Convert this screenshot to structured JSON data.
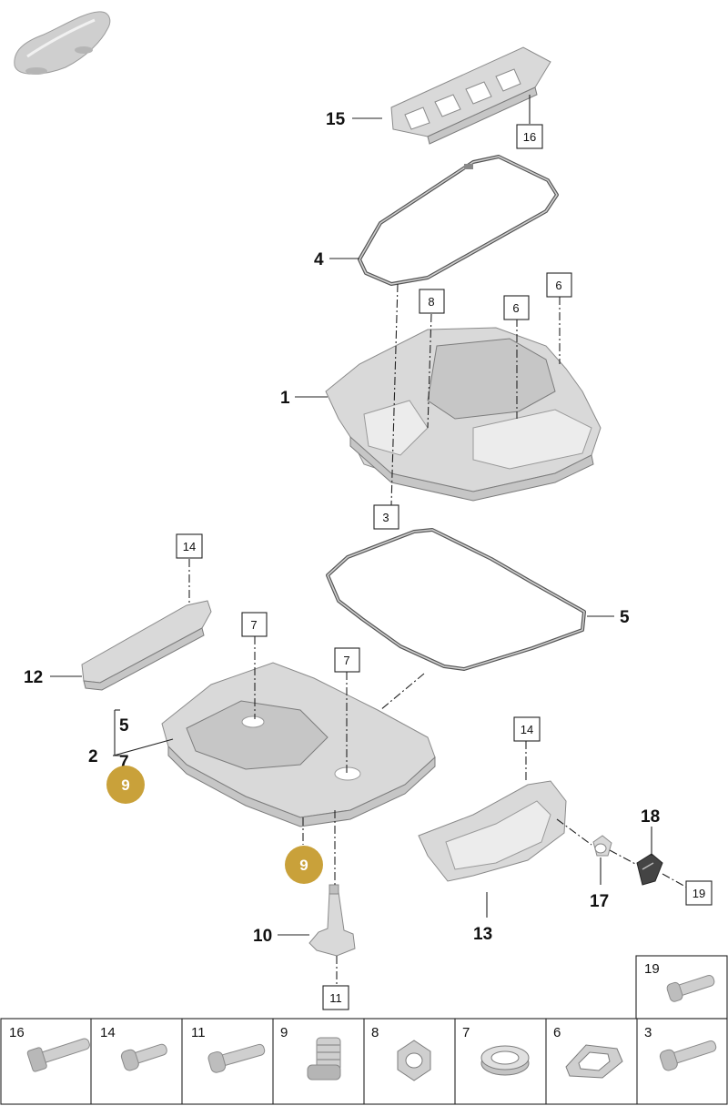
{
  "diagram": {
    "callouts": [
      {
        "id": "15",
        "text": "15"
      },
      {
        "id": "4",
        "text": "4"
      },
      {
        "id": "1",
        "text": "1"
      },
      {
        "id": "5",
        "text": "5"
      },
      {
        "id": "12",
        "text": "12"
      },
      {
        "id": "5b",
        "text": "5"
      },
      {
        "id": "2",
        "text": "2"
      },
      {
        "id": "7",
        "text": "7"
      },
      {
        "id": "18",
        "text": "18"
      },
      {
        "id": "17",
        "text": "17"
      },
      {
        "id": "13",
        "text": "13"
      },
      {
        "id": "10",
        "text": "10"
      }
    ],
    "boxed_refs": [
      {
        "id": "b16",
        "text": "16"
      },
      {
        "id": "b8",
        "text": "8"
      },
      {
        "id": "b6a",
        "text": "6"
      },
      {
        "id": "b6b",
        "text": "6"
      },
      {
        "id": "b3",
        "text": "3"
      },
      {
        "id": "b14a",
        "text": "14"
      },
      {
        "id": "b7a",
        "text": "7"
      },
      {
        "id": "b7b",
        "text": "7"
      },
      {
        "id": "b14b",
        "text": "14"
      },
      {
        "id": "b19",
        "text": "19"
      },
      {
        "id": "b11",
        "text": "11"
      }
    ],
    "badges": [
      {
        "id": "9a",
        "text": "9"
      },
      {
        "id": "9b",
        "text": "9"
      }
    ],
    "badge_color": "#c9a13a"
  },
  "hardware_table": {
    "cells": [
      {
        "number": "16",
        "icon": "long-bolt-icon"
      },
      {
        "number": "14",
        "icon": "short-bolt-icon"
      },
      {
        "number": "11",
        "icon": "bolt-icon"
      },
      {
        "number": "9",
        "icon": "drain-plug-icon"
      },
      {
        "number": "8",
        "icon": "hex-nut-icon"
      },
      {
        "number": "7",
        "icon": "seal-ring-icon"
      },
      {
        "number": "6",
        "icon": "clip-icon"
      },
      {
        "number": "3",
        "icon": "bolt-icon"
      }
    ],
    "top_cell": {
      "number": "19",
      "icon": "bolt-icon"
    }
  }
}
